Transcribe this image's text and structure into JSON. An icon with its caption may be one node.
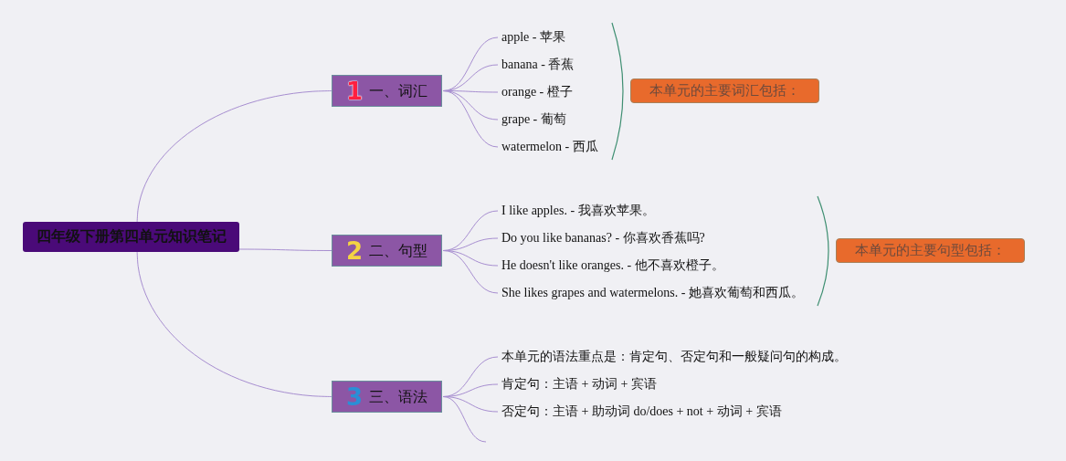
{
  "diagram": {
    "nodes": [
      {
        "text": [
          "四年级下册第四单元知识笔记"
        ]
      },
      {
        "text": [
          "1",
          "一、词汇"
        ]
      },
      {
        "text": [
          "apple - 苹果"
        ]
      },
      {
        "text": [
          "banana - 香蕉"
        ]
      },
      {
        "text": [
          "orange - 橙子"
        ]
      },
      {
        "text": [
          "grape - 葡萄"
        ]
      },
      {
        "text": [
          "watermelon - 西瓜"
        ]
      },
      {
        "text": [
          "本单元的主要词汇包括："
        ]
      },
      {
        "text": [
          "2",
          "二、句型"
        ]
      },
      {
        "text": [
          "I like apples. - 我喜欢苹果。"
        ]
      },
      {
        "text": [
          "Do you like bananas? - 你喜欢香蕉吗?"
        ]
      },
      {
        "text": [
          "He doesn't like oranges. - 他不喜欢橙子。"
        ]
      },
      {
        "text": [
          "She likes grapes and watermelons. - 她喜欢葡萄和西瓜。"
        ]
      },
      {
        "text": [
          "本单元的主要句型包括："
        ]
      },
      {
        "text": [
          "3",
          "三、语法"
        ]
      },
      {
        "text": [
          "本单元的语法重点是：肯定句、否定句和一般疑问句的构成。"
        ]
      },
      {
        "text": [
          "肯定句：主语 + 动词 + 宾语"
        ]
      },
      {
        "text": [
          "否定句：主语 + 助动词 do/does + not + 动词 + 宾语"
        ]
      }
    ],
    "edges": [
      {
        "from": 0,
        "to": 1,
        "arrow": "none"
      },
      {
        "from": 0,
        "to": 8,
        "arrow": "none"
      },
      {
        "from": 0,
        "to": 14,
        "arrow": "none"
      },
      {
        "from": 1,
        "to": 2,
        "arrow": "none"
      },
      {
        "from": 1,
        "to": 3,
        "arrow": "none"
      },
      {
        "from": 1,
        "to": 4,
        "arrow": "none"
      },
      {
        "from": 1,
        "to": 5,
        "arrow": "none"
      },
      {
        "from": 1,
        "to": 6,
        "arrow": "none"
      },
      {
        "from": 8,
        "to": 9,
        "arrow": "none"
      },
      {
        "from": 8,
        "to": 10,
        "arrow": "none"
      },
      {
        "from": 8,
        "to": 11,
        "arrow": "none"
      },
      {
        "from": 8,
        "to": 12,
        "arrow": "none"
      },
      {
        "from": 14,
        "to": 15,
        "arrow": "none"
      },
      {
        "from": 14,
        "to": 16,
        "arrow": "none"
      },
      {
        "from": 14,
        "to": 17,
        "arrow": "none"
      },
      {
        "from": 14,
        "to": null,
        "arrow": "none"
      }
    ]
  }
}
